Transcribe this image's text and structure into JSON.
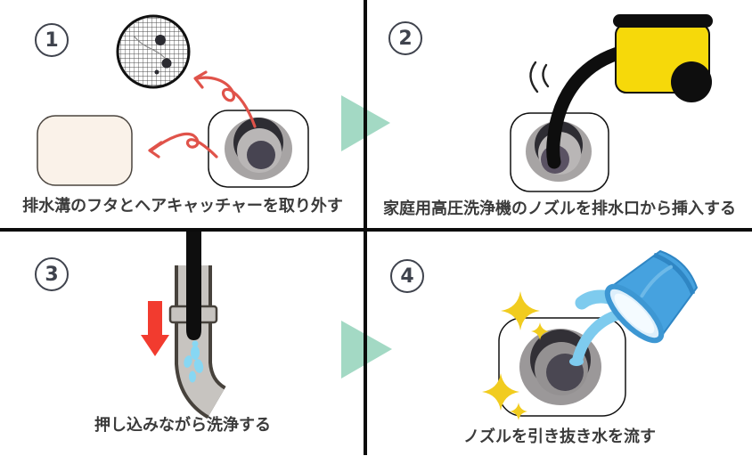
{
  "title": "drain-cleaning-instructions",
  "steps": [
    {
      "number": "1",
      "caption": "排水溝のフタとヘアキャッチャーを取り外す"
    },
    {
      "number": "2",
      "caption": "家庭用高圧洗浄機のノズルを排水口から挿入する"
    },
    {
      "number": "3",
      "caption": "押し込みながら洗浄する"
    },
    {
      "number": "4",
      "caption": "ノズルを引き抜き水を流す"
    }
  ],
  "colors": {
    "background": "#ffffff",
    "divider": "#0b0b0b",
    "step_arrow_teal": "#a3d9c4",
    "hand_arrow_red": "#e0534a",
    "push_arrow_red": "#f23b2f",
    "washer_yellow": "#f6d90a",
    "hose_black": "#0e0e0e",
    "drain_gray_outer": "#a7a4a4",
    "drain_dark_ring": "#2e2d33",
    "drain_gray_inner": "#b9b6b6",
    "drain_center": "#474451",
    "lid_cream": "#faf2e9",
    "pipe_gray": "#c7c4c0",
    "pipe_outline": "#47423c",
    "water_blue": "#7ecbee",
    "spray_blue": "#87d7f3",
    "bucket_blue": "#46a2df",
    "bucket_rim": "#3d97d3",
    "sparkle_yellow": "#f1cc1f",
    "caption_text": "#3b3b3b",
    "badge_outline": "#3f434d"
  },
  "icons": {
    "hair-catcher-icon": "mesh circle with debris dots",
    "drain-lid-icon": "cream rounded rectangle",
    "drain-icon": "rounded square with concentric rings",
    "pressure-washer-icon": "yellow body, black handle and wheel",
    "hose-icon": "black curved hose",
    "vibration-icon": "two curved motion arcs",
    "pipe-icon": "gray curved pipe cross-section",
    "push-arrow-icon": "red downward arrow",
    "spray-icon": "blue water droplets",
    "bucket-icon": "tilted blue wash bowl pouring water",
    "sparkle-icon": "four-point yellow star",
    "step-arrow-icon": "teal right-pointing triangle",
    "curly-arrow-icon": "red hand-drawn looped arrow"
  }
}
